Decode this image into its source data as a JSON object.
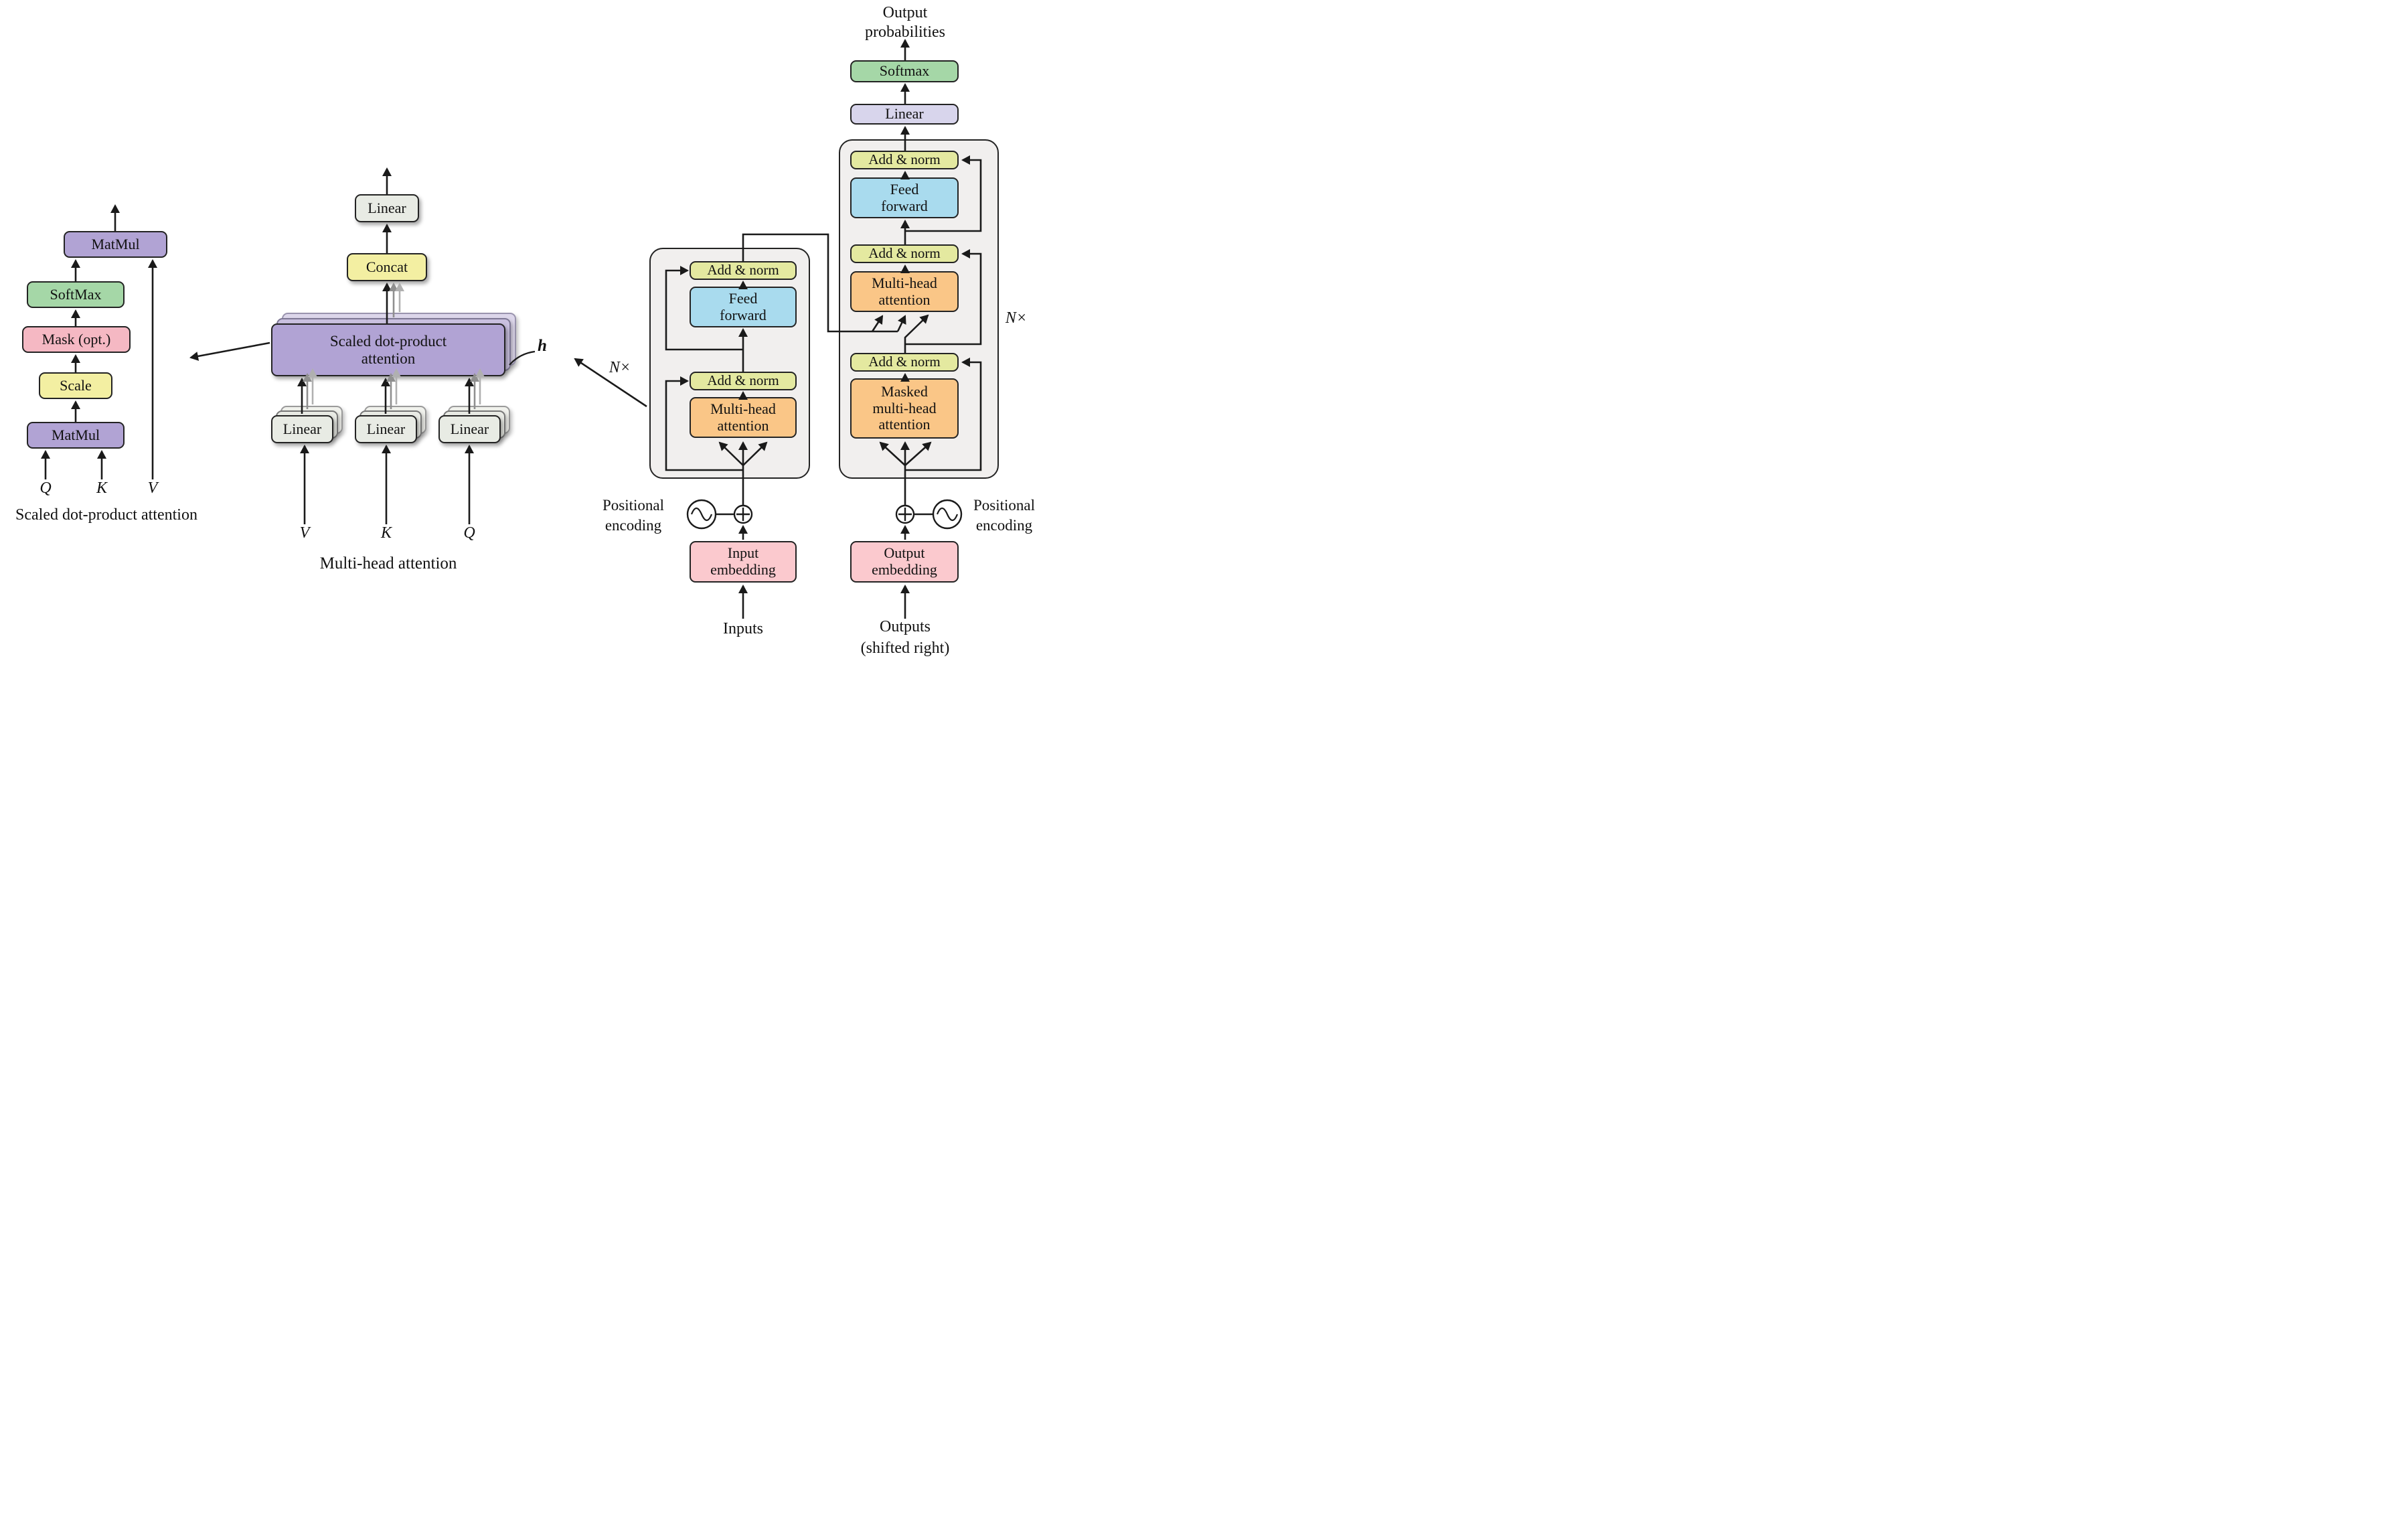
{
  "figure": {
    "sdpa": {
      "caption": "Scaled dot-product attention",
      "matmul_top": "MatMul",
      "softmax": "SoftMax",
      "mask": "Mask (opt.)",
      "scale": "Scale",
      "matmul_bottom": "MatMul",
      "input_q": "Q",
      "input_k": "K",
      "input_v": "V"
    },
    "mha": {
      "caption": "Multi-head attention",
      "linear_out": "Linear",
      "concat": "Concat",
      "sdpa_block": "Scaled dot-product\nattention",
      "linear_v": "Linear",
      "linear_k": "Linear",
      "linear_q": "Linear",
      "input_v": "V",
      "input_k": "K",
      "input_q": "Q",
      "heads_label": "h"
    },
    "transformer": {
      "output_probabilities": "Output\nprobabilities",
      "softmax": "Softmax",
      "linear": "Linear",
      "add_norm": "Add & norm",
      "feed_forward": "Feed\nforward",
      "multi_head_attention": "Multi-head\nattention",
      "masked_multi_head_attention": "Masked\nmulti-head\nattention",
      "input_embedding": "Input\nembedding",
      "output_embedding": "Output\nembedding",
      "positional_encoding": "Positional\nencoding",
      "inputs": "Inputs",
      "outputs": "Outputs\n(shifted right)",
      "n_stack": "N×"
    },
    "colors": {
      "purple": "#b1a3d4",
      "green": "#a5d7a7",
      "pink": "#f5b8c3",
      "yellow": "#f3efa2",
      "add_norm_yellow": "#e4e9a0",
      "feed_forward_blue": "#a9dbee",
      "attention_orange": "#fac687",
      "embedding_pink": "#fbc9ce",
      "linear_lavender": "#d8d5ec",
      "linear_gray": "#e8ebe4",
      "container_gray": "#f1efee"
    }
  }
}
